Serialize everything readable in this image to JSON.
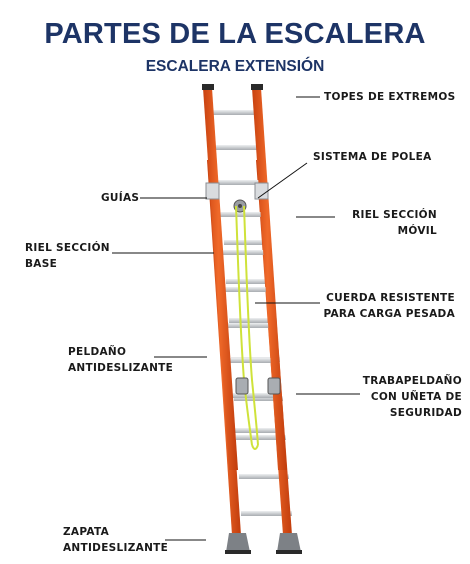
{
  "title": "PARTES DE LA ESCALERA",
  "subtitle": "ESCALERA EXTENSIÓN",
  "labels": {
    "topes": "TOPES DE EXTREMOS",
    "polea": "SISTEMA DE POLEA",
    "guias": "GUÍAS",
    "riel_movil_1": "RIEL SECCIÓN",
    "riel_movil_2": "MÓVIL",
    "riel_base_1": "RIEL SECCIÓN",
    "riel_base_2": "BASE",
    "cuerda_1": "CUERDA RESISTENTE",
    "cuerda_2": "PARA CARGA PESADA",
    "peldano_1": "PELDAÑO",
    "peldano_2": "ANTIDESLIZANTE",
    "traba_1": "TRABAPELDAÑO",
    "traba_2": "CON UÑETA DE",
    "traba_3": "SEGURIDAD",
    "zapata_1": "ZAPATA",
    "zapata_2": "ANTIDESLIZANTE"
  },
  "colors": {
    "title": "#1d3466",
    "rail": "#e8581c",
    "rung": "#c9ccd0",
    "rope": "#cfe23a"
  }
}
